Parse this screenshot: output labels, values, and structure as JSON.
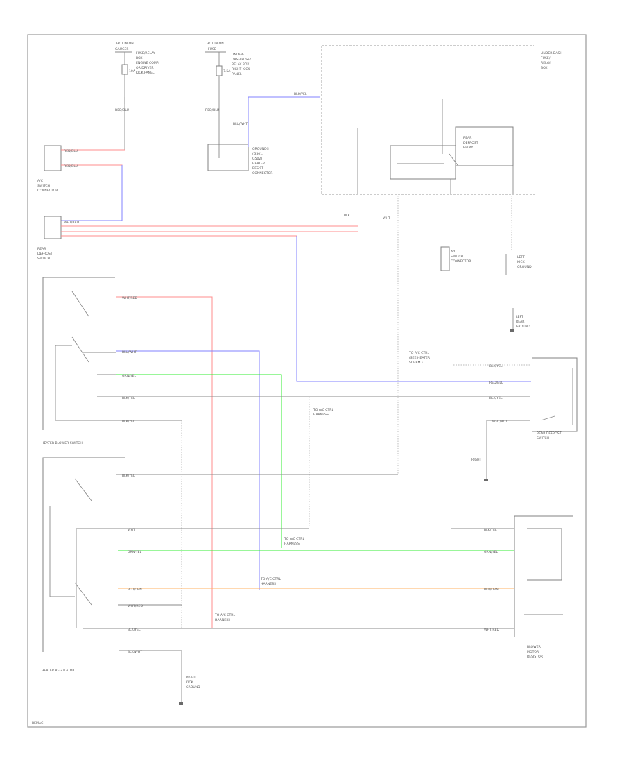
{
  "colors": {
    "wire_red": "#ff8c8c",
    "wire_blue": "#8080ff",
    "wire_green": "#33ee33",
    "wire_orange": "#ffb060",
    "wire_gray": "#8a8a8a",
    "frame": "#9a9a9a"
  },
  "labels": {
    "fuse_left_title": "HOT IN ON",
    "fuse_left_name": "GAUGES",
    "fuse_left_desc": [
      "FUSE/RELAY",
      "BOX",
      "ENGINE COMP.",
      "OR DRIVER",
      "KICK PANEL"
    ],
    "fuse_left_amp": "10A",
    "fuse_mid_title": "HOT IN ON",
    "fuse_mid_name": "FUSE",
    "fuse_mid_desc": [
      "UNDER-",
      "DASH FUSE/",
      "RELAY BOX",
      "RIGHT KICK",
      "PANEL"
    ],
    "fuse_mid_amp": "7.5A",
    "wire_blk_yel": "BLK/YEL",
    "ground_mid": [
      "GROUNDS",
      "(G501,",
      "G502)"
    ],
    "relay_box_title": [
      "UNDER-DASH",
      "FUSE/",
      "RELAY",
      "BOX"
    ],
    "relay_name": [
      "REAR",
      "DEFROST",
      "RELAY"
    ],
    "connector_top": [
      "HEATER",
      "RESIST.",
      "CONNECTOR"
    ],
    "connector_mid": [
      "A/C",
      "SWITCH",
      "CONNECTOR"
    ],
    "wire_blk_top": "BLK",
    "wire_blk_top2": "WHT",
    "switch_label": [
      "REAR",
      "DEFROST",
      "SWITCH"
    ],
    "connector_right": [
      "A/C",
      "SWITCH",
      "CONNECTOR"
    ],
    "ground_right": [
      "LEFT",
      "KICK",
      "GROUND"
    ],
    "splice_1": [
      "TO A/C CTRL",
      "(SEE HEATER",
      "SCHEM.)"
    ],
    "splice_2": [
      "TO A/C CTRL",
      "HARNESS"
    ],
    "splice_3": [
      "TO A/C CTRL",
      "HARNESS"
    ],
    "splice_4": [
      "TO A/C CTRL",
      "HARNESS"
    ],
    "rear_defrost_label": [
      "REAR DEFROST",
      "SWITCH"
    ],
    "ground_right2": [
      "LEFT",
      "REAR",
      "GROUND"
    ],
    "heater_regulator": "HEATER BLOWER SWITCH",
    "heater_control": "HEATER REGULATOR",
    "blower_motor": [
      "BLOWER",
      "MOTOR",
      "RESISTOR"
    ],
    "ground_bottom": [
      "RIGHT",
      "KICK",
      "GROUND"
    ],
    "page_code": "BEMAC"
  },
  "wire_tags": {
    "red_1": "RED/BLU",
    "red_2": "RED/BLU",
    "blue_1": "BLU/WHT",
    "red_3": "RED/BLU",
    "red_4": "RED/BLU",
    "red_5": "WHT/RED",
    "blue_2": "BLU/WHT",
    "green_1": "GRN/YEL",
    "gray_1": "BLK/YEL",
    "gray_2": "BLK/YEL",
    "gray_3": "BLK/YEL",
    "gray_4": "WHT",
    "gray_5": "BLK/YEL",
    "green_2": "GRN/YEL",
    "orange_1": "BLU/ORN",
    "red_6": "WHT/RED",
    "gray_6": "BLK/YEL",
    "gray_7": "BLK/WHT",
    "r_gray_1": "BLK/YEL",
    "r_blue_1": "RED/BLU",
    "r_gray_2": "BLK/YEL",
    "r_gray_3": "WHT/BLU",
    "r_gray_4": "BLK/YEL",
    "r_green": "GRN/YEL",
    "r_orange": "BLU/ORN",
    "r_red": "WHT/RED"
  }
}
